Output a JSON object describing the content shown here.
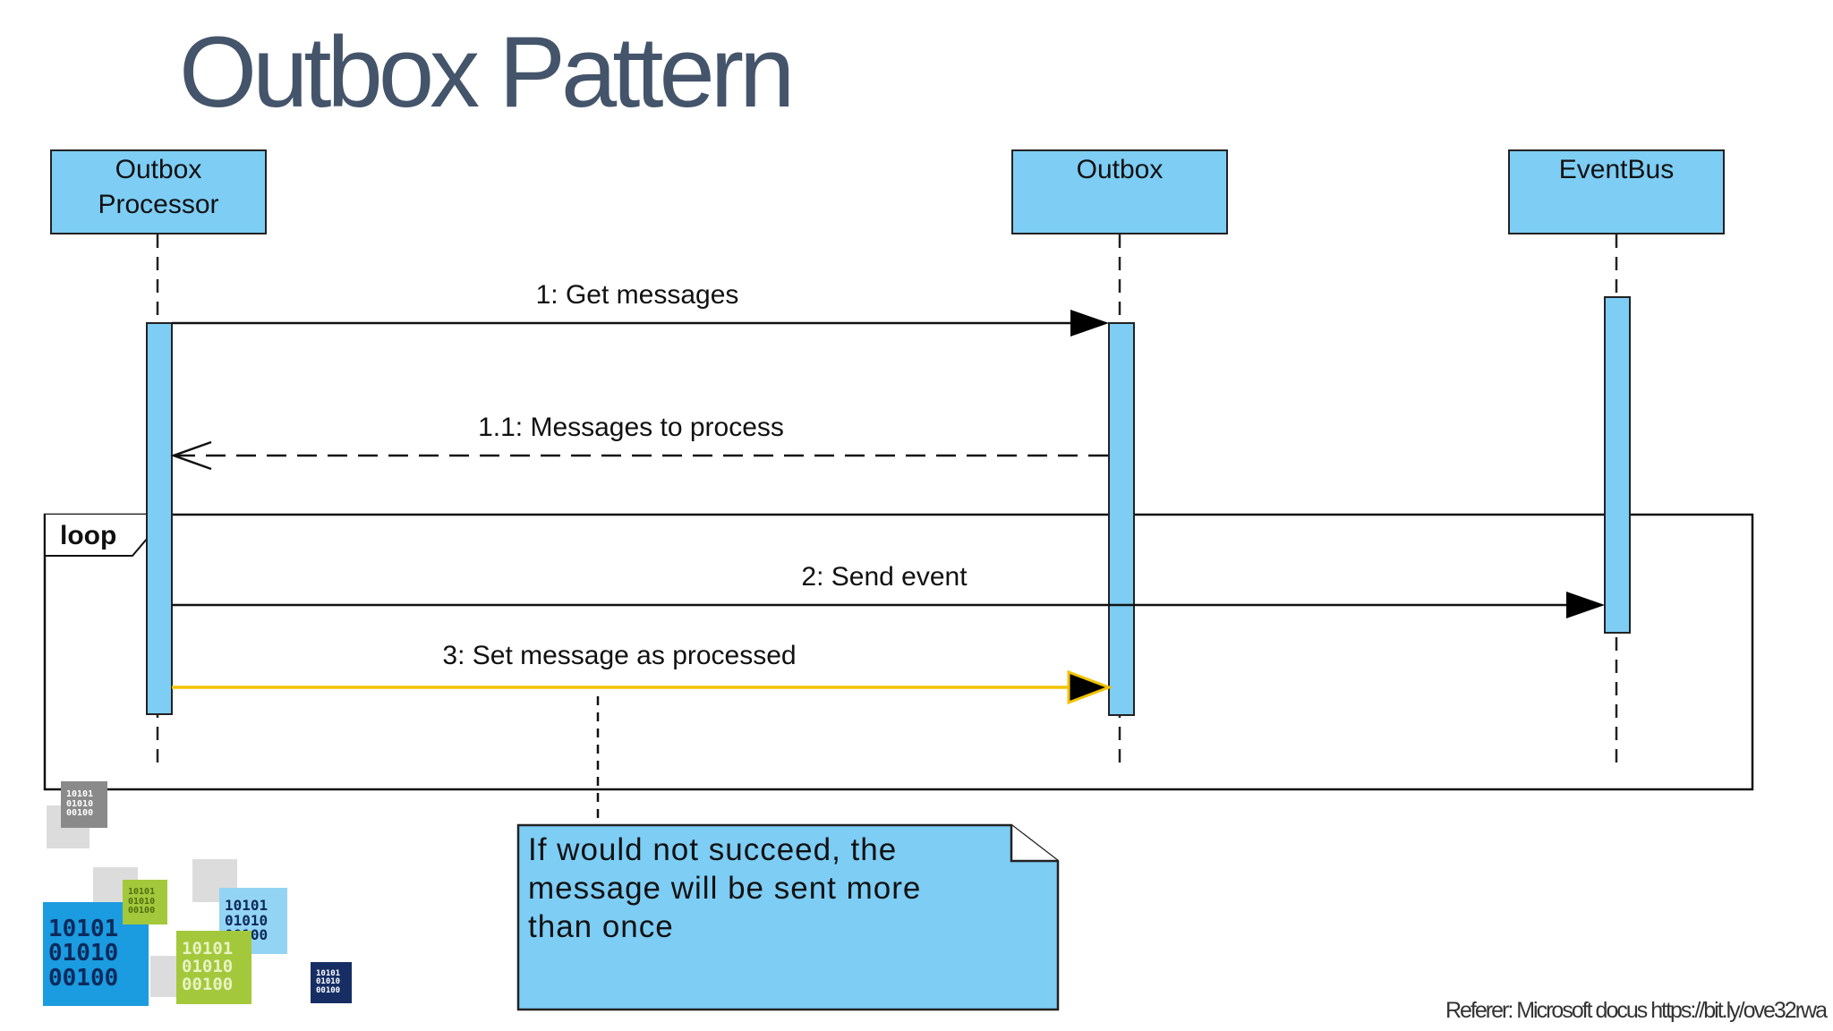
{
  "title": "Outbox Pattern",
  "participants": [
    {
      "id": "processor",
      "line1": "Outbox",
      "line2": "Processor"
    },
    {
      "id": "outbox",
      "line1": "Outbox",
      "line2": ""
    },
    {
      "id": "eventbus",
      "line1": "EventBus",
      "line2": ""
    }
  ],
  "messages": [
    {
      "label": "1: Get messages",
      "kind": "sync"
    },
    {
      "label": "1.1: Messages to process",
      "kind": "return"
    },
    {
      "label": "2: Send event",
      "kind": "sync"
    },
    {
      "label": "3: Set message as processed",
      "kind": "sync-highlight"
    }
  ],
  "fragment": {
    "operator": "loop"
  },
  "note": {
    "lines": [
      "If would not succeed, the",
      "message will be sent more",
      "than once"
    ]
  },
  "footer": "Referer: Microsoft docus https://bit.ly/ove32rwa",
  "decor": {
    "tile_lines": [
      "10101",
      "01010",
      "00100"
    ]
  },
  "colors": {
    "lifeline_fill": "#7dcdf5",
    "highlight": "#f2c200",
    "title": "#44546a"
  }
}
